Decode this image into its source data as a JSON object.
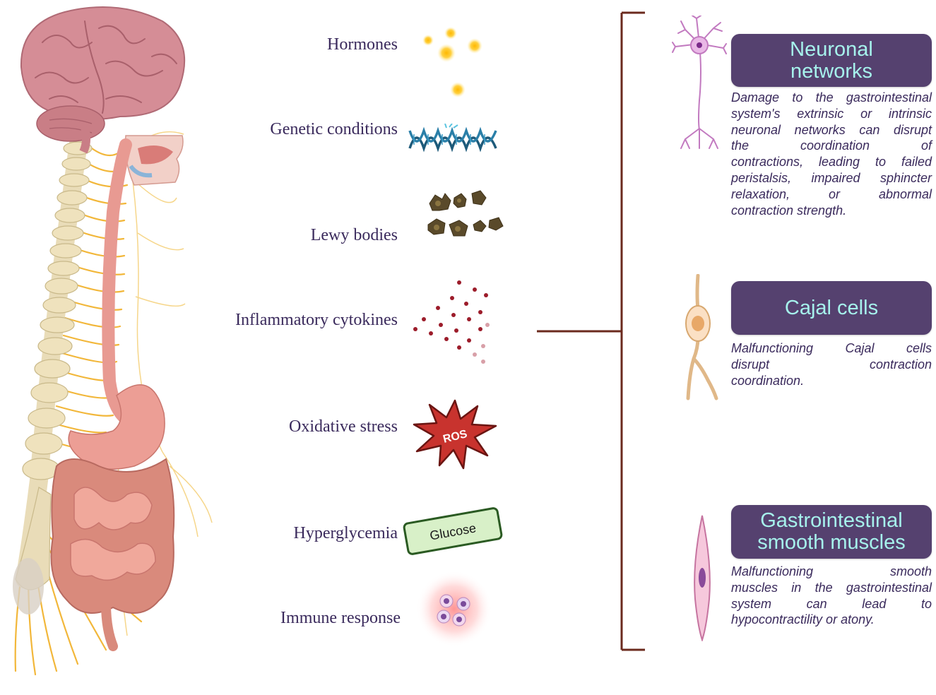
{
  "factors": [
    {
      "label": "Hormones",
      "icon": "hormone-particles-icon"
    },
    {
      "label": "Genetic conditions",
      "icon": "dna-icon"
    },
    {
      "label": "Lewy bodies",
      "icon": "lewy-bodies-icon"
    },
    {
      "label": "Inflammatory cytokines",
      "icon": "cytokines-icon"
    },
    {
      "label": "Oxidative stress",
      "icon": "ros-burst-icon",
      "badge": "ROS"
    },
    {
      "label": "Hyperglycemia",
      "icon": "glucose-label-icon",
      "badge": "Glucose"
    },
    {
      "label": "Immune response",
      "icon": "immune-cells-icon"
    }
  ],
  "targets": [
    {
      "title_lines": [
        "Neuronal",
        "networks"
      ],
      "icon": "neuron-icon",
      "description_lines": [
        "Damage to the gastrointestinal",
        "system's extrinsic or intrinsic",
        "neuronal networks can disrupt",
        "the coordination of",
        "contractions, leading to failed",
        "peristalsis, impaired sphincter",
        "relaxation, or abnormal",
        "contraction strength."
      ]
    },
    {
      "title_lines": [
        "Cajal cells"
      ],
      "icon": "cajal-cell-icon",
      "description_lines": [
        "Malfunctioning Cajal cells",
        "disrupt contraction",
        "coordination."
      ]
    },
    {
      "title_lines": [
        "Gastrointestinal",
        "smooth muscles"
      ],
      "icon": "smooth-muscle-cell-icon",
      "description_lines": [
        "Malfunctioning smooth",
        "muscles in the gastrointestinal",
        "system can lead to",
        "hypocontractility or atony."
      ]
    }
  ],
  "colors": {
    "box_fill": "#55416f",
    "box_text": "#a6f2ec",
    "label_text": "#3a2a5c",
    "bracket": "#6b2a1e",
    "nerve": "#f2b73a",
    "brain": "#d58d96",
    "gut": "#e89a92"
  }
}
